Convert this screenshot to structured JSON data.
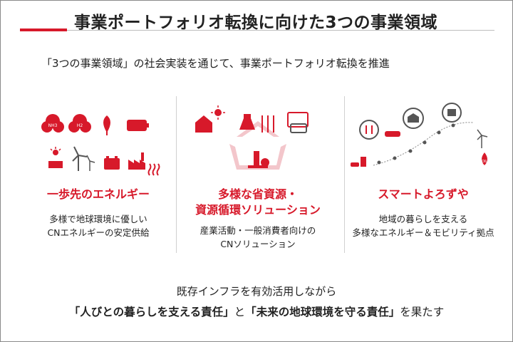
{
  "header": {
    "title": "事業ポートフォリオ転換に向けた3つの事業領域",
    "subtitle": "「3つの事業領域」の社会実装を通じて、事業ポートフォリオ転換を推進"
  },
  "columns": [
    {
      "title_lines": [
        "一歩先のエネルギー"
      ],
      "desc_lines": [
        "多様で地球環境に優しい",
        "CNエネルギーの安定供給"
      ],
      "icon_labels": [
        "NH3",
        "H2"
      ]
    },
    {
      "title_lines": [
        "多様な省資源・",
        "資源循環ソリューション"
      ],
      "desc_lines": [
        "産業活動・一般消費者向けの",
        "CNソリューション"
      ]
    },
    {
      "title_lines": [
        "スマートよろずや"
      ],
      "desc_lines": [
        "地域の暮らしを支える",
        "多様なエネルギー＆モビリティ拠点"
      ],
      "icon_labels": [
        "OIL"
      ]
    }
  ],
  "footer": {
    "line1": "既存インフラを有効活用しながら",
    "line2_a": "「人びとの暮らしを支える責任」",
    "line2_b": "と",
    "line2_c": "「未来の地球環境を守る責任」",
    "line2_d": "を果たす"
  },
  "colors": {
    "accent": "#d7192a",
    "pink": "#f3c6cb",
    "text": "#222222"
  }
}
